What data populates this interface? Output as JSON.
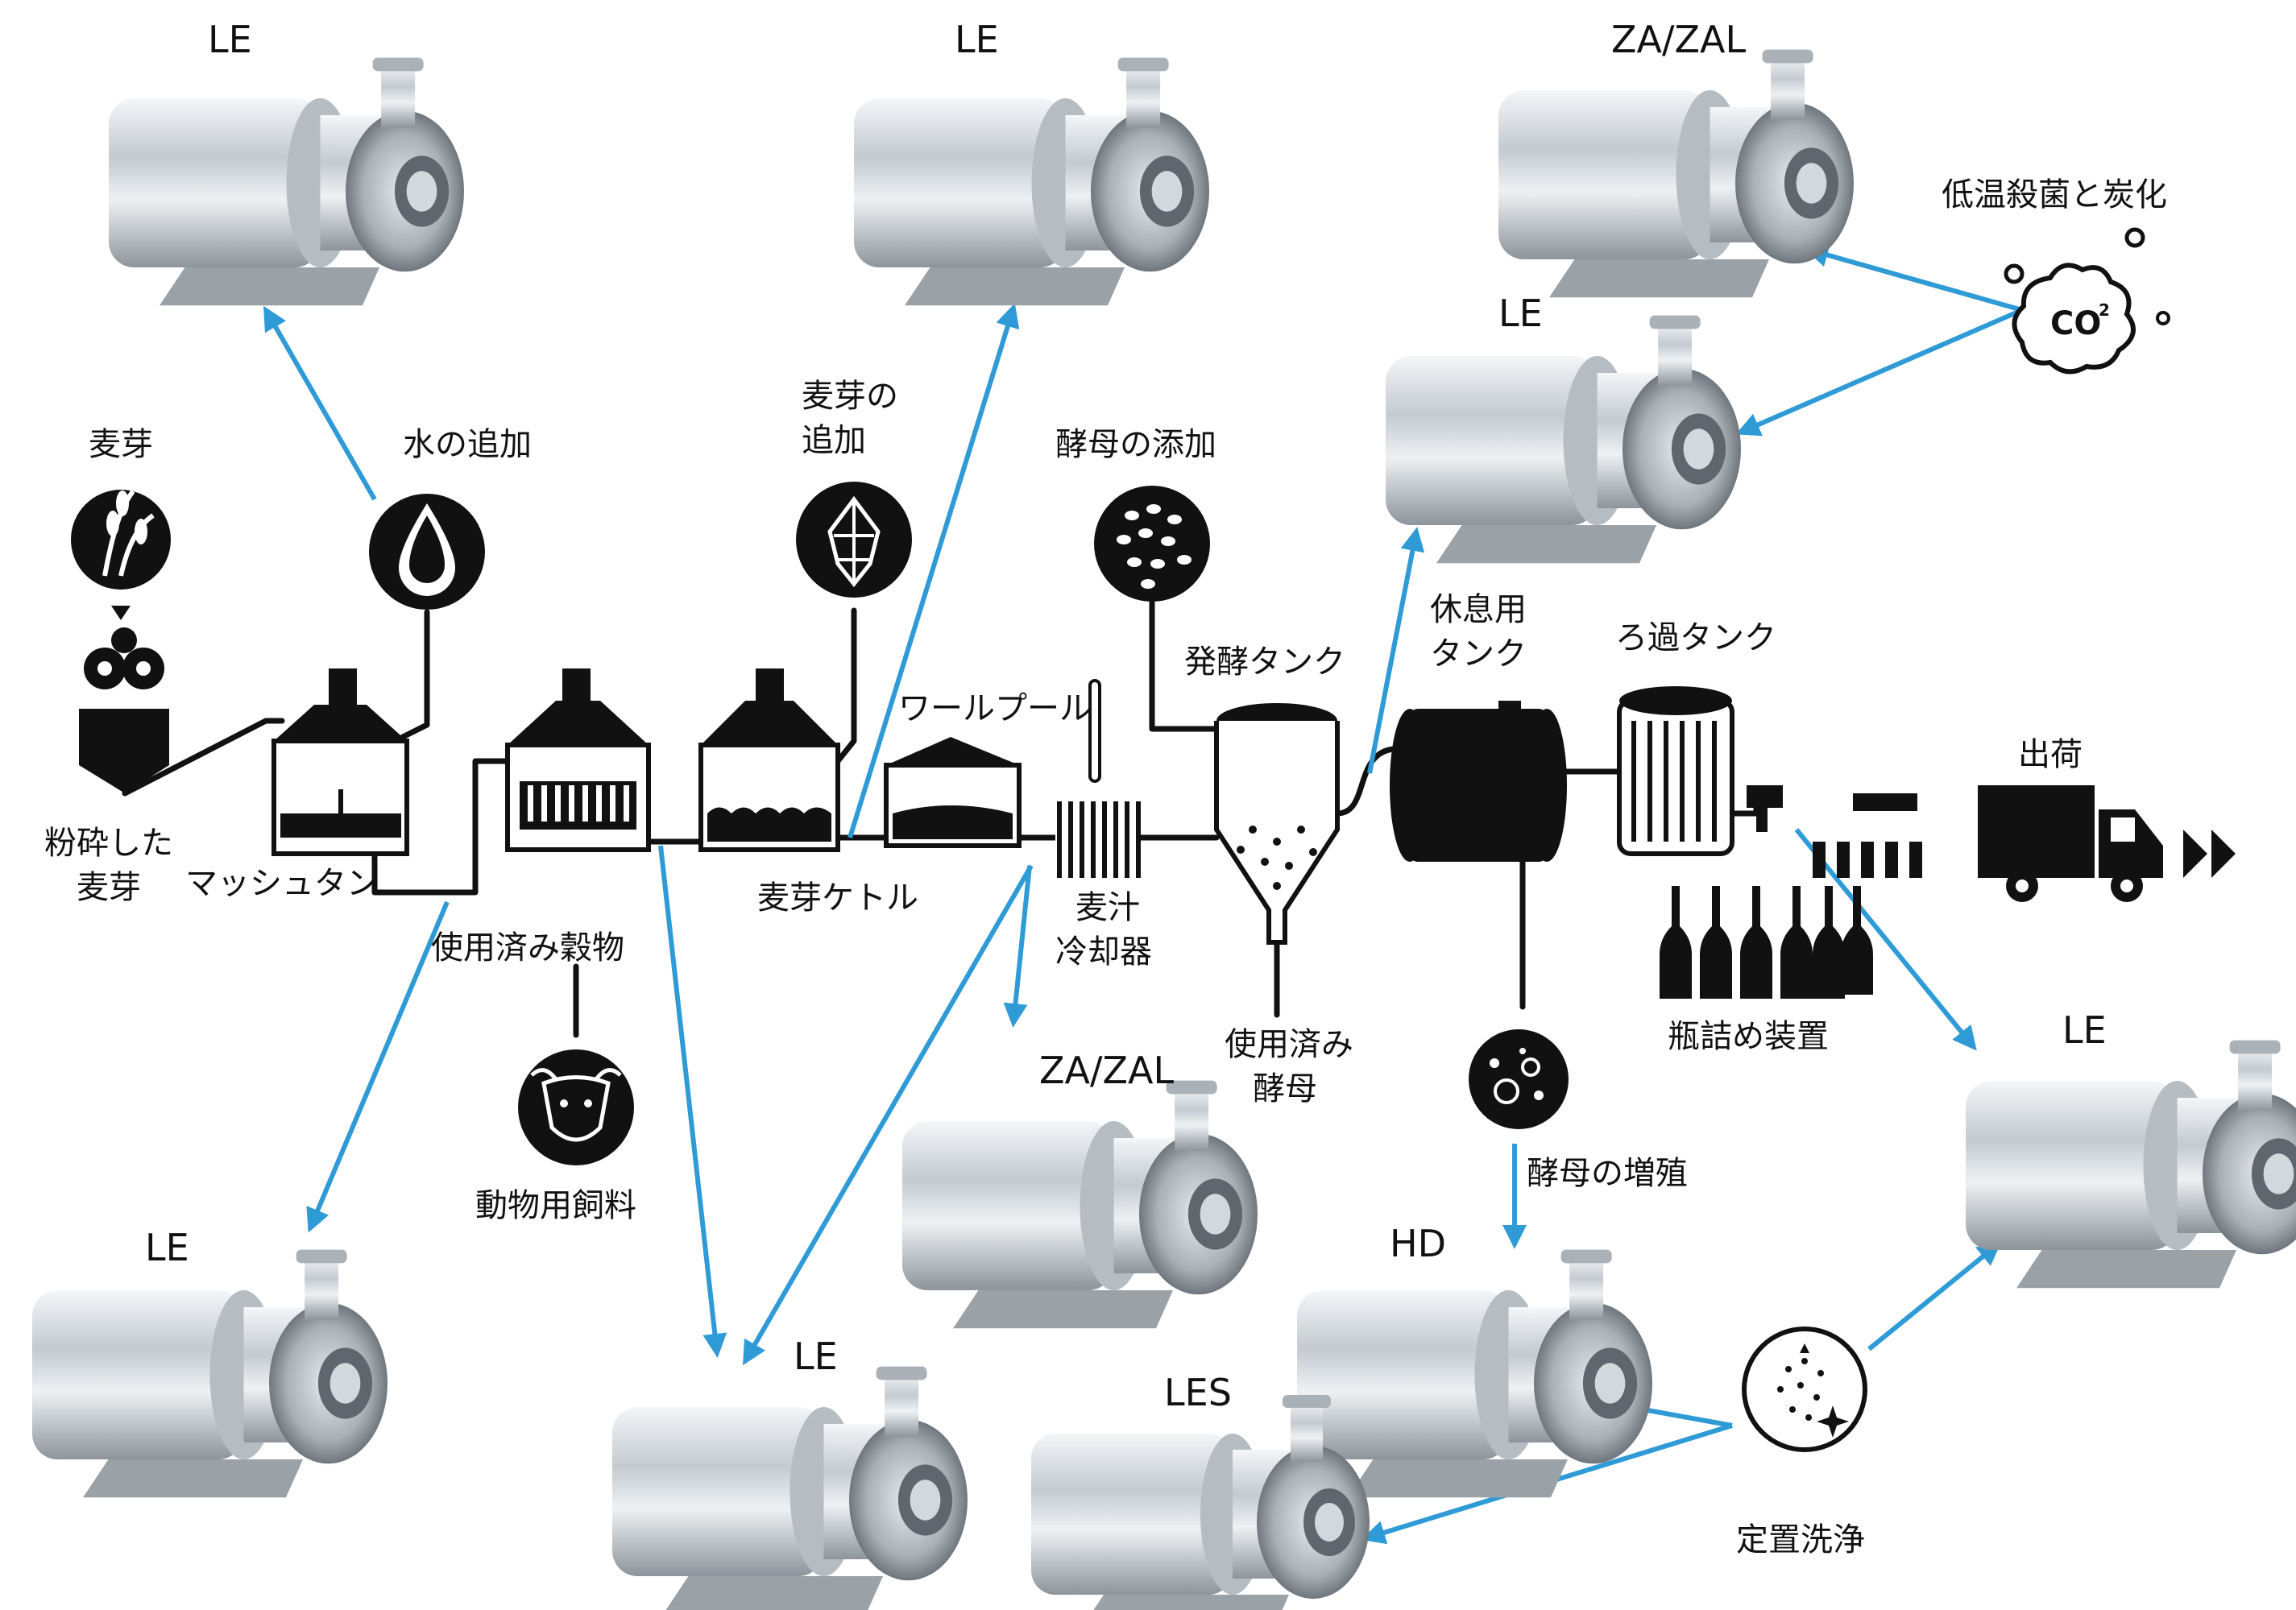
{
  "colors": {
    "arrow": "#2f9bd6",
    "pipe": "#111111",
    "pump_body": "#c9ced3"
  },
  "pumps": {
    "le_1": "LE",
    "le_2": "LE",
    "za_top": "ZA/ZAL",
    "le_3": "LE",
    "le_bottom_left": "LE",
    "le_bottom_mid": "LE",
    "za_mid": "ZA/ZAL",
    "hd": "HD",
    "les": "LES",
    "le_right": "LE"
  },
  "steps": {
    "malt": "麦芽",
    "milled_malt_1": "粉砕した",
    "milled_malt_2": "麦芽",
    "water": "水の追加",
    "mash_tun": "マッシュタン",
    "spent_grain": "使用済み穀物",
    "animal_feed": "動物用飼料",
    "hops_1": "麦芽の",
    "hops_2": "追加",
    "kettle": "麦芽ケトル",
    "whirlpool": "ワールプール",
    "cooler_1": "麦汁",
    "cooler_2": "冷却器",
    "yeast_add": "酵母の添加",
    "fermentation": "発酵タンク",
    "spent_yeast_1": "使用済み",
    "spent_yeast_2": "酵母",
    "rest_1": "休息用",
    "rest_2": "タンク",
    "filter": "ろ過タンク",
    "propagation": "酵母の増殖",
    "bottling": "瓶詰め装置",
    "shipping": "出荷",
    "pasteurize": "低温殺菌と炭化",
    "cip": "定置洗浄"
  },
  "icons": [
    "wheat-icon",
    "water-drop-icon",
    "hop-icon",
    "yeast-icon",
    "bull-icon",
    "co2-icon",
    "yeast-propagation-icon",
    "cip-sparkle-icon",
    "truck-icon",
    "bottle-icon"
  ]
}
